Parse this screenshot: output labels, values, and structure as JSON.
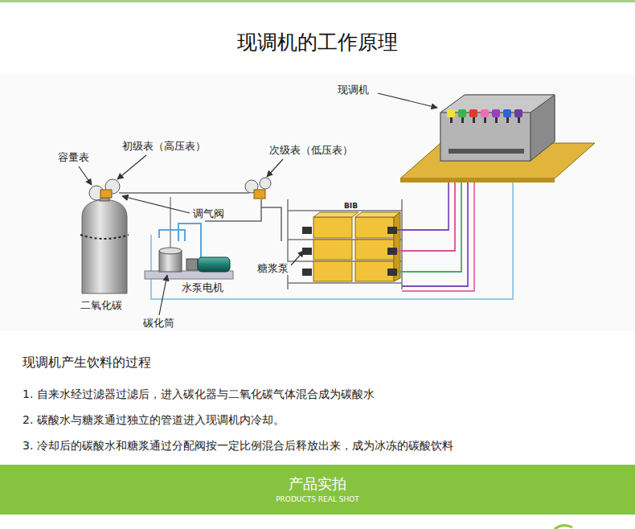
{
  "diagram": {
    "title": "现调机的工作原理",
    "nodes": [
      {
        "text": [
          "产品实拍",
          "PRODUCTS REAL SHOT"
        ]
      }
    ],
    "labels": [
      "现调机",
      "容量表",
      "初级表（高压表）",
      "次级表（低压表）",
      "调气阀",
      "BIB",
      "糖浆泵",
      "水泵电机",
      "二氧化碳",
      "碳化筒",
      "现调机产生饮料的过程",
      "1. 自来水经过滤器过滤后，进入碳化器与二氧化碳气体混合成为碳酸水",
      "2. 碳酸水与糖浆通过独立的管道进入现调机内冷却。",
      "3. 冷却后的碳酸水和糖浆通过分配阀按一定比例混合后释放出来，成为冰冻的碳酸饮料"
    ]
  }
}
